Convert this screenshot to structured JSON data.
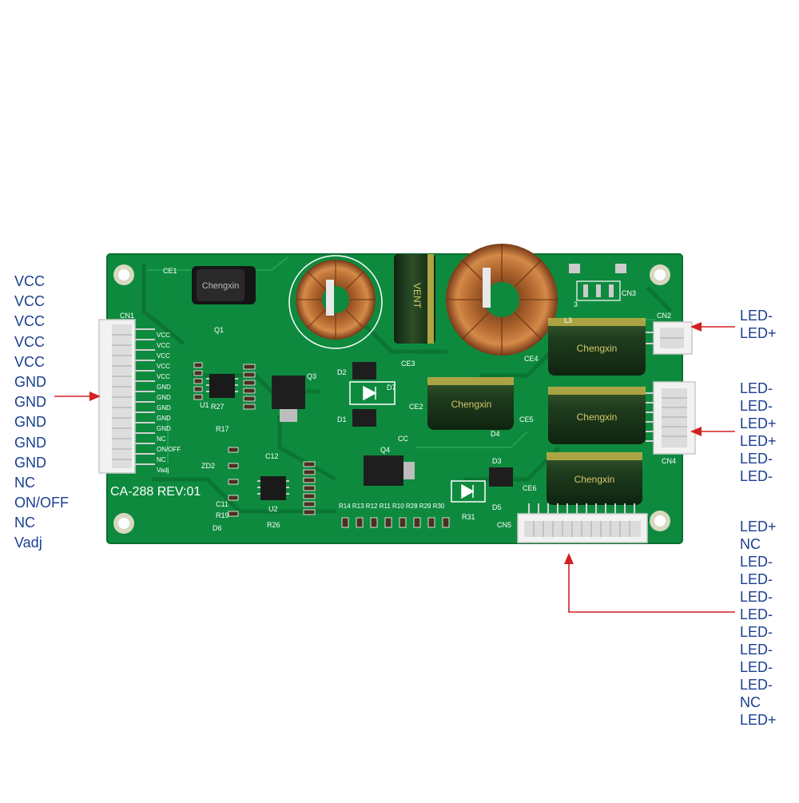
{
  "board": {
    "model": "CA-288 REV:01",
    "colors": {
      "pcb": "#0e8a3e",
      "silkscreen": "#ffffff",
      "arrow": "#d42020",
      "label_text": "#1a3f8f"
    }
  },
  "connectors": {
    "cn1": {
      "silk_label": "CN1",
      "pins": [
        "VCC",
        "VCC",
        "VCC",
        "VCC",
        "VCC",
        "GND",
        "GND",
        "GND",
        "GND",
        "GND",
        "NC",
        "ON/OFF",
        "NC",
        "Vadj"
      ]
    },
    "cn2": {
      "silk_label": "CN2",
      "pins": [
        "LED-",
        "LED+"
      ]
    },
    "cn4": {
      "silk_label": "CN4",
      "pins": [
        "LED-",
        "LED-",
        "LED+",
        "LED+",
        "LED-",
        "LED-"
      ]
    },
    "cn5": {
      "silk_label": "CN5",
      "pins": [
        "LED+",
        "NC",
        "LED-",
        "LED-",
        "LED-",
        "LED-",
        "LED-",
        "LED-",
        "LED-",
        "LED-",
        "NC",
        "LED+"
      ]
    }
  },
  "silk": {
    "ce1": "CE1",
    "cn3": "CN3",
    "q1": "Q1",
    "q3": "Q3",
    "q4": "Q4",
    "u1": "U1",
    "u2": "U2",
    "d1": "D1",
    "d2": "D2",
    "d3": "D3",
    "d4": "D4",
    "d5": "D5",
    "d6": "D6",
    "d7": "D7",
    "ce2": "CE2",
    "ce3": "CE3",
    "ce4": "CE4",
    "ce5": "CE5",
    "ce6": "CE6",
    "l3": "L3",
    "zd2": "ZD2",
    "r17": "R17",
    "r27": "R27",
    "r26": "R26",
    "r31": "R31",
    "r_row": "R14 R13 R12 R11 R10 R28 R29 R30",
    "cc": "CC",
    "c12": "C12",
    "c11": "C11",
    "r19": "R19",
    "num3": "3",
    "pin_vcc": "VCC",
    "pin_gnd": "GND",
    "pin_nc": "NC",
    "pin_onoff": "ON/OFF",
    "pin_vadj": "Vadj"
  },
  "capacitor_print": {
    "brand": "Chengxin",
    "series": "VENT"
  }
}
